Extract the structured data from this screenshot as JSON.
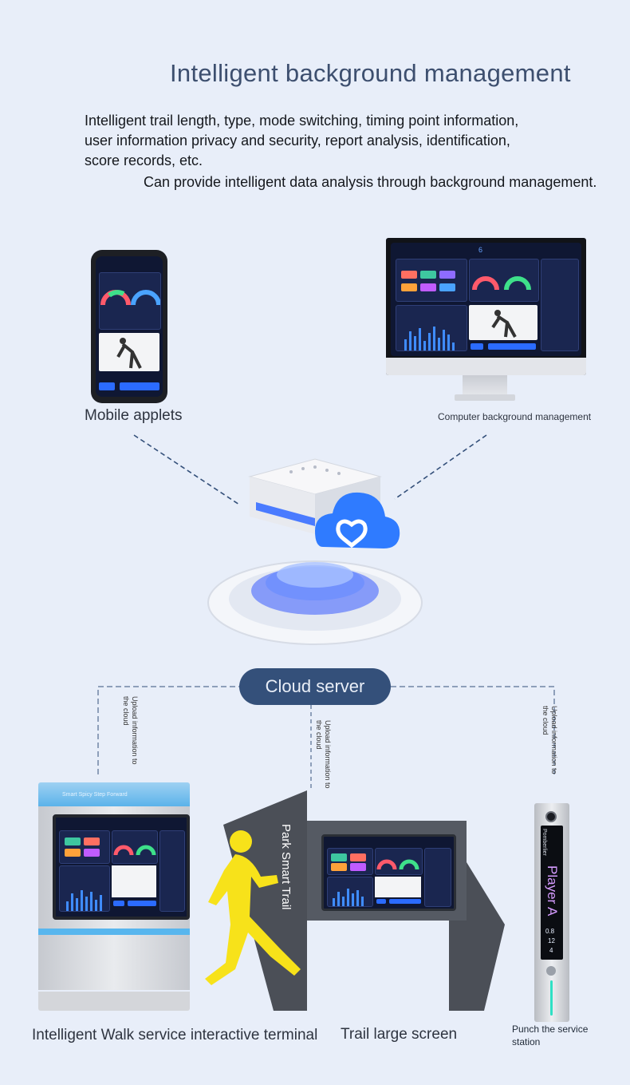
{
  "title": "Intelligent background management",
  "description": {
    "line1": "Intelligent trail length, type, mode switching, timing point information,",
    "line2": "user information privacy and security, report analysis, identification,",
    "line3": "score records, etc.",
    "line4": "Can provide intelligent data analysis through background management."
  },
  "labels": {
    "mobile": "Mobile applets",
    "computer": "Computer background management",
    "terminal": "Intelligent Walk service interactive terminal",
    "screen": "Trail large screen",
    "punch": "Punch the service station"
  },
  "cloud_server": "Cloud server",
  "upload_note": "Upload information to the cloud",
  "trail_sign": "Park Smart Trail",
  "station_player": "Player A",
  "station_brand": "Pomberlier",
  "terminal_banner": "Smart Spicy Step Forward",
  "monitor_number": "6",
  "station_values": {
    "v1": "0.8",
    "v2": "12",
    "v3": "4"
  },
  "colors": {
    "accent": "#34507a",
    "background": "#e8eef9",
    "title": "#3d4f6f",
    "trail_yellow": "#f7e21a"
  },
  "icons": [
    "cloud-icon",
    "server-icon",
    "runner-icon",
    "phone-icon",
    "monitor-icon"
  ]
}
